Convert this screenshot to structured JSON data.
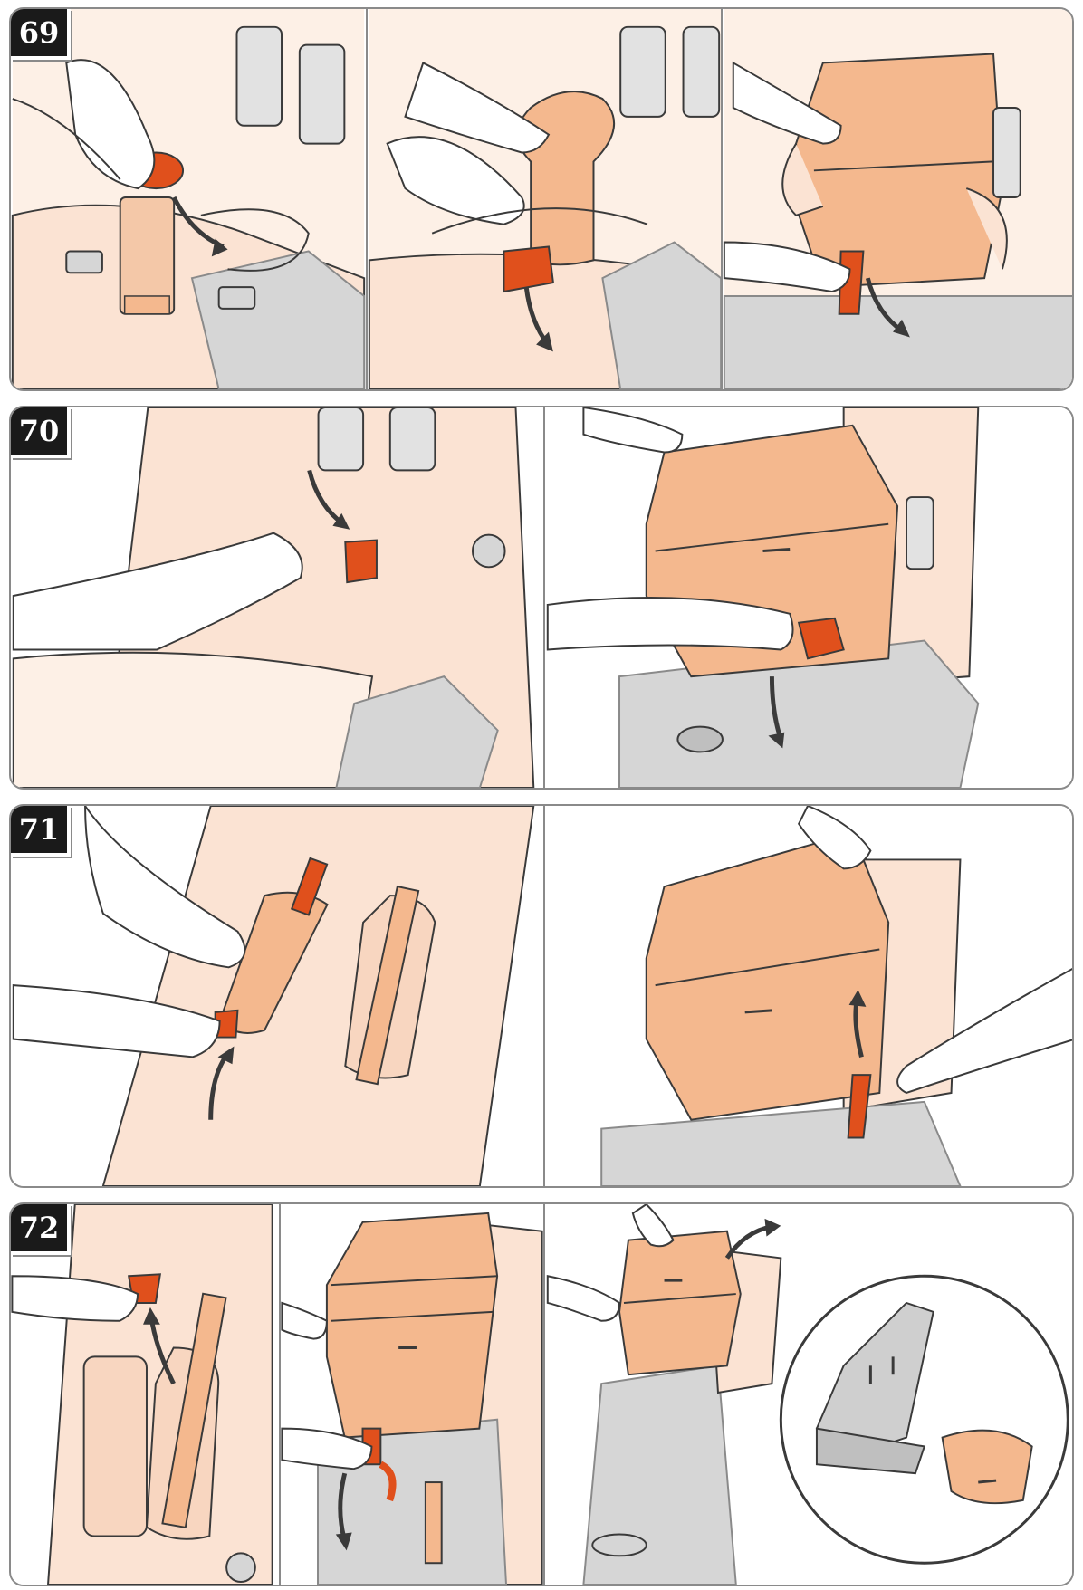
{
  "steps": [
    {
      "number": "69",
      "panels": 3
    },
    {
      "number": "70",
      "panels": 2
    },
    {
      "number": "71",
      "panels": 2
    },
    {
      "number": "72",
      "panels": 3
    }
  ],
  "colors": {
    "seat_light": "#fbe3d3",
    "seat_mid": "#f4b88e",
    "accent_orange": "#e0501c",
    "frame_grey": "#cfcfcf",
    "outline": "#3a3a3a",
    "border": "#8a8a8a"
  },
  "icons": [
    "hand-icon",
    "arrow-icon",
    "buckle-icon",
    "seat-cushion-icon",
    "stroller-seat-icon"
  ]
}
